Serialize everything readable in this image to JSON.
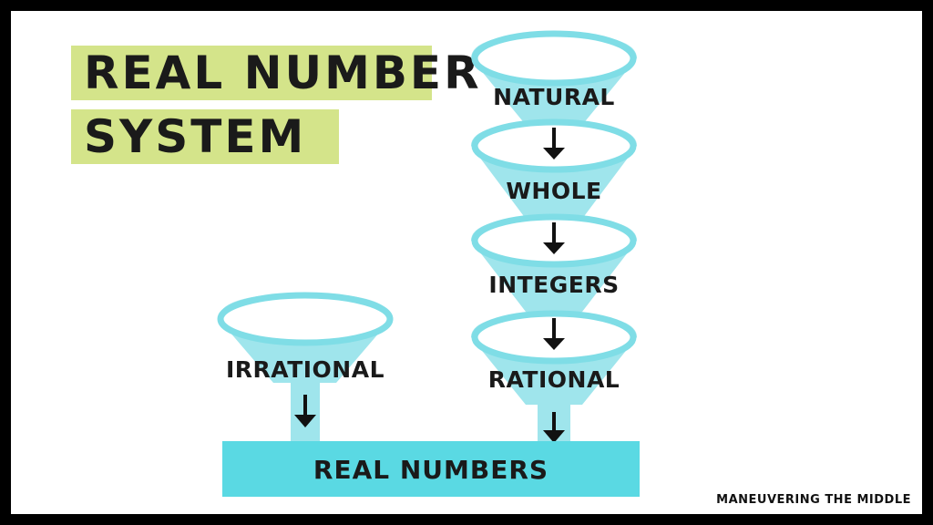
{
  "title": {
    "line1": "REAL NUMBER",
    "line2": "SYSTEM"
  },
  "funnels": {
    "natural": "NATURAL",
    "whole": "WHOLE",
    "integers": "INTEGERS",
    "rational": "RATIONAL",
    "irrational": "IRRATIONAL"
  },
  "base": {
    "label": "REAL NUMBERS"
  },
  "credit": "MANEUVERING THE MIDDLE",
  "colors": {
    "funnel_fill": "#9fe5ec",
    "funnel_rim": "#7fdde6",
    "base_fill": "#5ad9e3",
    "title_highlight": "#d4e48a",
    "frame": "#000000",
    "arrow": "#111111"
  }
}
